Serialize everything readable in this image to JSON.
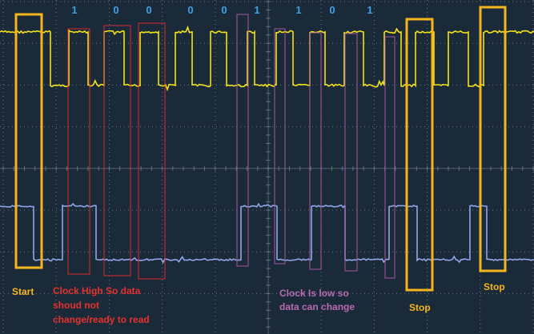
{
  "bits": [
    "1",
    "0",
    "0",
    "0",
    "0",
    "1",
    "1",
    "0",
    "1"
  ],
  "labels": {
    "start": "Start",
    "clock_high": [
      "Clock High So data",
      "shoud not",
      "change/ready to read"
    ],
    "clock_low": [
      "Clock Is low so",
      "data can change"
    ],
    "stop1": "Stop",
    "stop2": "Stop"
  },
  "colors": {
    "background": "#1b2a38",
    "grid": "#7d8a96",
    "clock_trace": "#f2e21c",
    "data_trace": "#8fa6e8",
    "bit_text": "#3fa1e6",
    "start_stop": "#f5b51c",
    "clock_high_box": "#d92b32",
    "clock_low_box": "#a855a0"
  }
}
